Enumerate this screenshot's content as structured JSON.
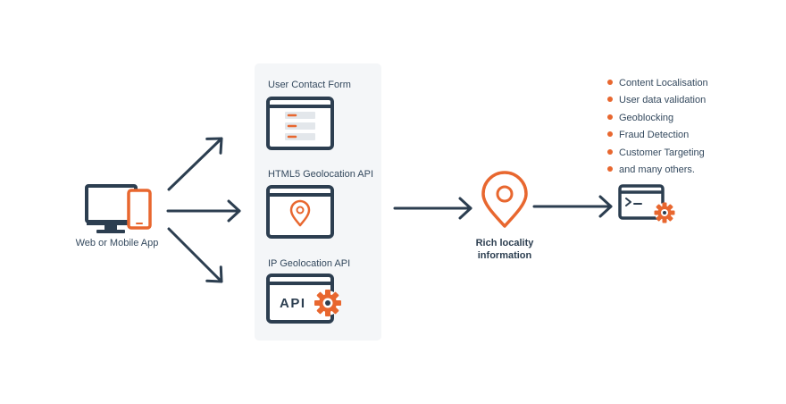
{
  "colors": {
    "navy": "#2c3e50",
    "orange": "#e8672f",
    "panel": "#f4f6f8",
    "form_field": "#e3e7eb"
  },
  "source": {
    "label": "Web or Mobile App",
    "icons": [
      "desktop-monitor-icon",
      "mobile-phone-icon"
    ]
  },
  "methods": [
    {
      "label": "User Contact Form",
      "icon": "contact-form-window-icon"
    },
    {
      "label": "HTML5 Geolocation API",
      "icon": "location-window-icon"
    },
    {
      "label": "IP Geolocation API",
      "icon": "api-window-icon",
      "badge_text": "API"
    }
  ],
  "result": {
    "label_line1": "Rich locality",
    "label_line2": "information",
    "icon": "location-pin-icon"
  },
  "uses": {
    "items": [
      "Content Localisation",
      "User data validation",
      "Geoblocking",
      "Fraud Detection",
      "Customer Targeting",
      "and many others."
    ],
    "icon": "terminal-gear-icon"
  }
}
